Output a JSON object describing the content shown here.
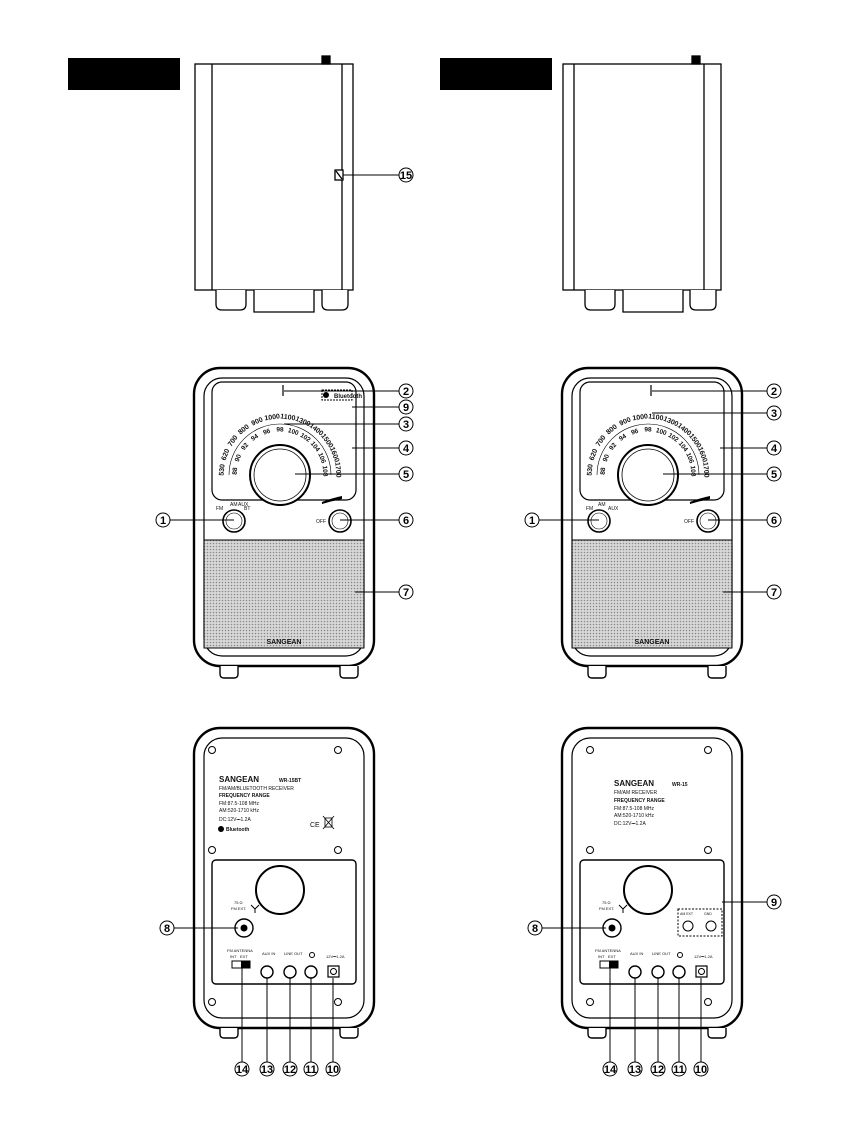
{
  "dial": {
    "am_scale": [
      "530",
      "620",
      "700",
      "800",
      "900",
      "1000",
      "1100",
      "1300",
      "1400",
      "1500",
      "1600",
      "1700"
    ],
    "fm_scale": [
      "88",
      "90",
      "92",
      "94",
      "96",
      "98",
      "100",
      "102",
      "104",
      "106",
      "108"
    ]
  },
  "left_model": {
    "mode_labels": [
      "FM",
      "AM",
      "AUX",
      "BT"
    ],
    "off_label": "OFF",
    "bt_badge": "Bluetooth",
    "brand": "SANGEAN",
    "back": {
      "brand": "SANGEAN",
      "model": "WR-15BT",
      "line1": "FM/AM/BLUETOOTH RECEIVER",
      "line2": "FREQUENCY RANGE",
      "fm": "FM:87.5-108 MHz",
      "am": "AM:520-1710 kHz",
      "dc": "DC:12V⎓1.2A",
      "bt": "Bluetooth",
      "ce": "CE",
      "antenna_imp": "75 Ω",
      "antenna_ext": "FM EXT.",
      "fm_antenna": "FM ANTENNA",
      "int": "INT",
      "ext": "EXT",
      "aux_in": "AUX IN",
      "line_out": "LINE OUT",
      "dc_in": "12V⎓1.2A"
    },
    "callouts": [
      "15",
      "2",
      "9",
      "3",
      "4",
      "5",
      "1",
      "6",
      "7",
      "8",
      "14",
      "13",
      "12",
      "11",
      "10"
    ]
  },
  "right_model": {
    "mode_labels": [
      "FM",
      "AM",
      "AUX"
    ],
    "off_label": "OFF",
    "brand": "SANGEAN",
    "back": {
      "brand": "SANGEAN",
      "model": "WR-15",
      "line1": "FM/AM RECEIVER",
      "line2": "FREQUENCY RANGE",
      "fm": "FM:87.5-108 MHz",
      "am": "AM:520-1710 kHz",
      "dc": "DC:12V⎓1.2A",
      "antenna_imp": "75 Ω",
      "antenna_ext": "FM EXT.",
      "am_ext": "AM EXT",
      "gnd": "GND",
      "fm_antenna": "FM ANTENNA",
      "int": "INT",
      "ext": "EXT",
      "aux_in": "AUX IN",
      "line_out": "LINE OUT",
      "dc_in": "12V⎓1.2A"
    },
    "callouts": [
      "2",
      "3",
      "4",
      "5",
      "1",
      "6",
      "7",
      "9",
      "8",
      "14",
      "13",
      "12",
      "11",
      "10"
    ]
  }
}
